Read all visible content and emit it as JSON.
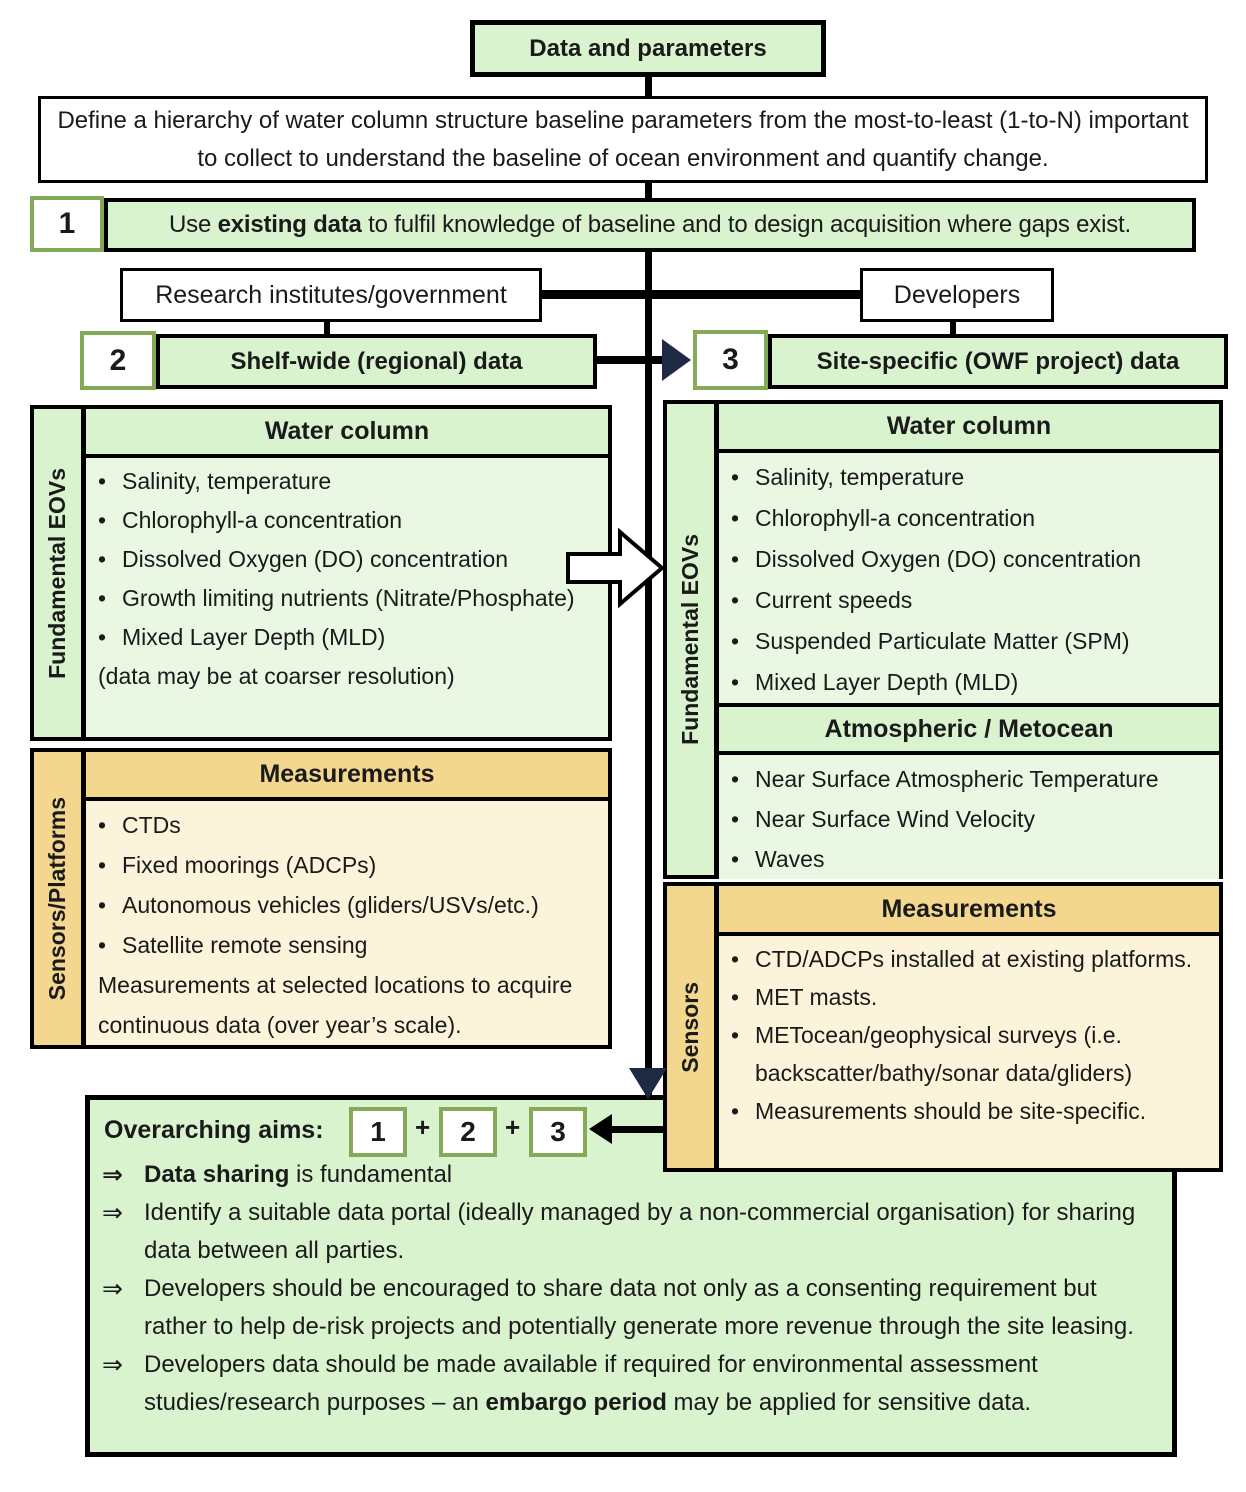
{
  "diagram_title": "Data and parameters",
  "palette": {
    "box_green": "#d9f3cf",
    "content_green": "#eaf7e2",
    "header_tan": "#f3d78f",
    "content_cream": "#fbf3da",
    "number_badge_border": "#84aa58",
    "arrowhead_navy": "#1e2a44"
  },
  "glyphs": {
    "bullet": "•",
    "implies": "⇒",
    "plus": "+"
  },
  "definition": "Define a hierarchy of water column structure baseline parameters from the most-to-least (1-to-N) important to collect to understand the baseline of ocean environment and quantify change.",
  "step1": {
    "number": "1",
    "prefix": "Use ",
    "bold": "existing data",
    "suffix": " to fulfil knowledge of baseline and to design acquisition where gaps exist."
  },
  "sources": {
    "left": "Research institutes/government",
    "right": "Developers"
  },
  "step2": {
    "number": "2",
    "label": "Shelf-wide (regional) data"
  },
  "step3": {
    "number": "3",
    "label": "Site-specific (OWF project) data"
  },
  "regional": {
    "eovs": {
      "side_label": "Fundamental EOVs",
      "header": "Water column",
      "items": [
        "Salinity, temperature",
        "Chlorophyll-a concentration",
        "Dissolved Oxygen (DO) concentration",
        "Growth limiting nutrients (Nitrate/Phosphate)",
        "Mixed Layer Depth (MLD)"
      ],
      "note": "(data may be at coarser resolution)"
    },
    "sensors": {
      "side_label": "Sensors/Platforms",
      "header": "Measurements",
      "items": [
        "CTDs",
        "Fixed moorings (ADCPs)",
        "Autonomous vehicles (gliders/USVs/etc.)",
        "Satellite remote sensing"
      ],
      "note": "Measurements at selected locations to acquire continuous data (over year’s scale)."
    }
  },
  "site": {
    "eovs": {
      "side_label": "Fundamental EOVs",
      "header": "Water column",
      "items": [
        "Salinity, temperature",
        "Chlorophyll-a concentration",
        "Dissolved Oxygen (DO) concentration",
        "Current speeds",
        "Suspended Particulate Matter (SPM)",
        "Mixed Layer Depth (MLD)"
      ],
      "header2": "Atmospheric / Metocean",
      "items2": [
        "Near Surface Atmospheric Temperature",
        "Near Surface Wind Velocity",
        "Waves"
      ]
    },
    "sensors": {
      "side_label": "Sensors",
      "header": "Measurements",
      "items": [
        "CTD/ADCPs installed at existing platforms.",
        "MET masts.",
        "METocean/geophysical surveys (i.e. backscatter/bathy/sonar data/gliders)",
        "Measurements should be site-specific."
      ]
    }
  },
  "aims": {
    "heading": "Overarching aims:",
    "badges": [
      "1",
      "2",
      "3"
    ],
    "items": [
      {
        "bold": "Data sharing",
        "suffix": " is fundamental"
      },
      {
        "text": "Identify a suitable data portal (ideally managed by a non-commercial organisation) for sharing data between all parties."
      },
      {
        "text": "Developers should be encouraged to share data not only as a consenting requirement but rather to help de-risk projects and potentially generate more revenue through the site leasing."
      },
      {
        "prefix": "Developers data should be made available if required for environmental assessment studies/research purposes – an ",
        "bold": "embargo period",
        "suffix": " may be applied for sensitive data."
      }
    ]
  }
}
